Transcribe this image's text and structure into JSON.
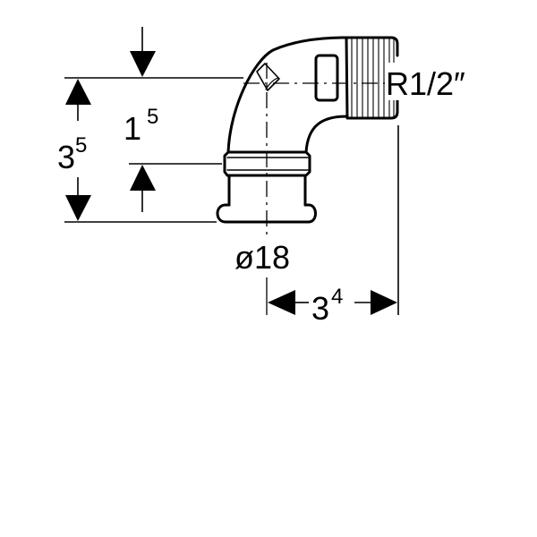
{
  "drawing": {
    "title": "90° elbow fitting with male thread",
    "dimensions": {
      "height_total": {
        "base": "3",
        "sup": "5"
      },
      "height_offset": {
        "base": "1",
        "sup": "5"
      },
      "width": {
        "base": "3",
        "sup": "4"
      },
      "pipe_diameter": "ø18",
      "thread": "R1/2″"
    },
    "colors": {
      "line": "#000000",
      "background": "#ffffff"
    }
  }
}
